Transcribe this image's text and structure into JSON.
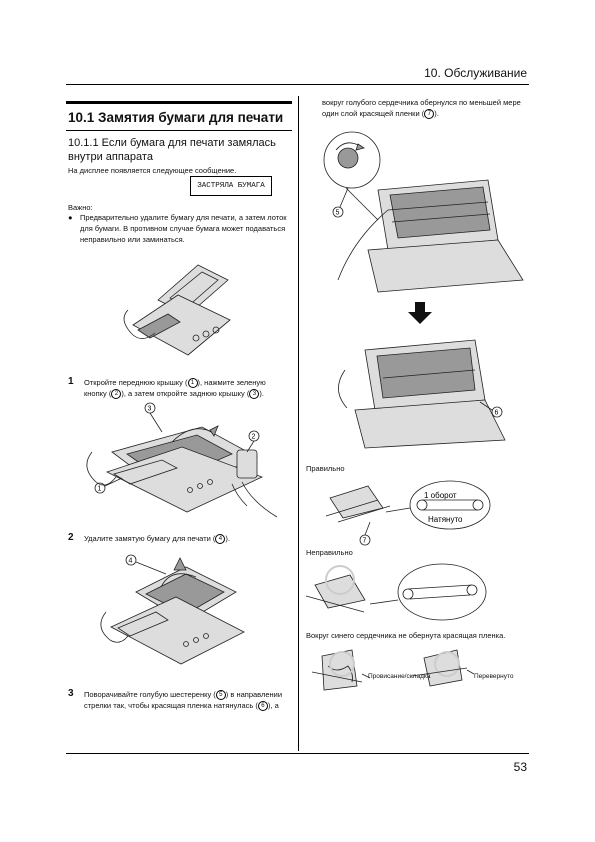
{
  "header": {
    "chapter": "10. Обслуживание"
  },
  "page_number": "53",
  "section": {
    "title": "10.1 Замятия бумаги для печати",
    "subtitle": "10.1.1 Если бумага для печати замялась внутри аппарата",
    "display_msg_intro": "На дисплее появляется следующее сообщение.",
    "display_msg": "ЗАСТРЯЛА БУМАГА",
    "important_label": "Важно:",
    "important_text": "Предварительно удалите бумагу для печати, а затем лоток для бумаги. В противном случае бумага может подаваться неправильно или заминаться."
  },
  "steps": [
    {
      "num": "1",
      "text_a": "Откройте переднюю крышку (",
      "c1": "1",
      "text_b": "), нажмите зеленую кнопку (",
      "c2": "2",
      "text_c": "), а затем откройте заднюю крышку (",
      "c3": "3",
      "text_d": ")."
    },
    {
      "num": "2",
      "text_a": "Удалите замятую бумагу для печати (",
      "c1": "4",
      "text_b": ")."
    },
    {
      "num": "3",
      "text_a": "Поворачивайте голубую шестеренку (",
      "c1": "5",
      "text_b": ") в направлении стрелки так, чтобы красящая пленка натянулась (",
      "c2": "6",
      "text_c": "), а"
    }
  ],
  "right_col": {
    "cont_text_a": "вокруг голубого сердечника обернулся по меньшей мере один слой красящей пленки (",
    "cont_c": "7",
    "cont_text_b": ").",
    "correct_label": "Правильно",
    "one_turn": "1 оборот",
    "taut": "Натянуто",
    "wrong_label": "Неправильно",
    "not_wrapped": "Вокруг синего сердечника не обернута красящая пленка.",
    "slack": "Провисание/складка",
    "reversed": "Перевернуто"
  },
  "callouts": [
    "1",
    "2",
    "3",
    "4",
    "5",
    "6",
    "7"
  ]
}
